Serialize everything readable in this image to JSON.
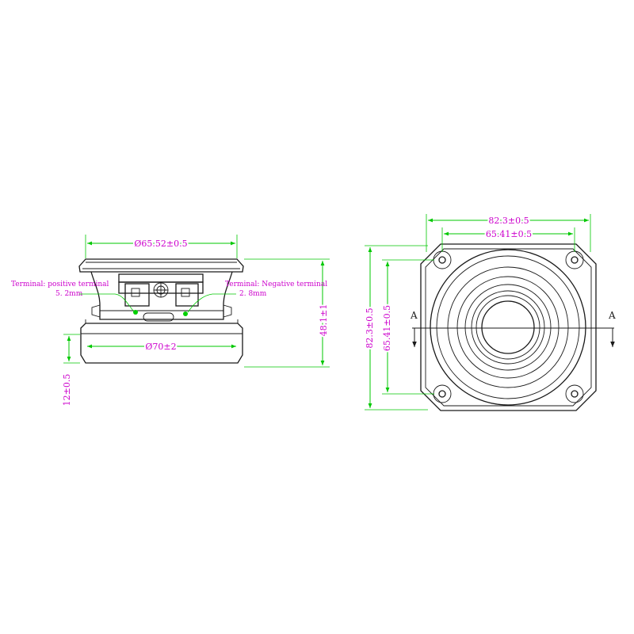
{
  "side_view": {
    "top_diameter": "Ø65.52±0.5",
    "base_diameter": "Ø70±2",
    "overall_height": "48.1±1",
    "base_height": "12±0.5",
    "terminal_positive_label": "Terminal: positive terminal",
    "terminal_positive_size": "5. 2mm",
    "terminal_negative_label": "Terminal: Negative terminal",
    "terminal_negative_size": "2. 8mm"
  },
  "front_view": {
    "outer_width": "82.3±0.5",
    "hole_spacing_width": "65.41±0.5",
    "outer_height": "82.3±0.5",
    "hole_spacing_height": "65.41±0.5",
    "section_label_left": "A",
    "section_label_right": "A"
  },
  "colors": {
    "dimension_line": "#00c800",
    "dimension_text": "#cc00cc",
    "outline": "#1a1a1a"
  }
}
